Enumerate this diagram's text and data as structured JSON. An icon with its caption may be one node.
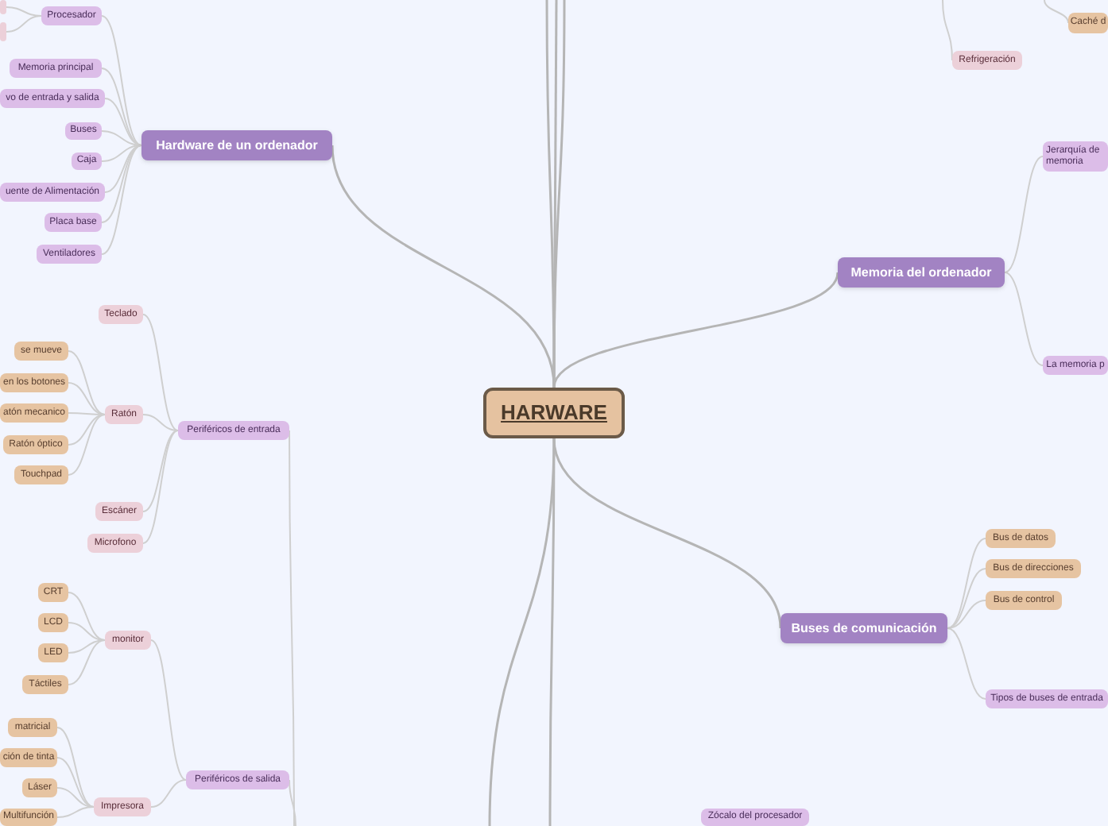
{
  "diagram": {
    "nodes": [
      {
        "text": [
          "HARWARE"
        ]
      },
      {
        "text": [
          "Hardware de un ordenador"
        ]
      },
      {
        "text": [
          "Procesador"
        ]
      },
      {
        "text": [],
        "shape": "box"
      },
      {
        "text": [],
        "shape": "box"
      },
      {
        "text": [
          "Memoria principal"
        ]
      },
      {
        "text": [
          "vo de entrada y salida"
        ]
      },
      {
        "text": [
          "Buses"
        ]
      },
      {
        "text": [
          "Caja"
        ]
      },
      {
        "text": [
          "uente de Alimentación"
        ]
      },
      {
        "text": [
          "Placa base"
        ]
      },
      {
        "text": [
          "Ventiladores"
        ]
      },
      {
        "text": [
          "Periféricos de entrada"
        ]
      },
      {
        "text": [
          "Teclado"
        ]
      },
      {
        "text": [
          "Ratón"
        ]
      },
      {
        "text": [
          "se mueve"
        ]
      },
      {
        "text": [
          "en los botones"
        ]
      },
      {
        "text": [
          "atón mecanico"
        ]
      },
      {
        "text": [
          "Ratón óptico"
        ]
      },
      {
        "text": [
          "Touchpad"
        ]
      },
      {
        "text": [
          "Escáner"
        ]
      },
      {
        "text": [
          "Microfono"
        ]
      },
      {
        "text": [
          "Periféricos de salida"
        ]
      },
      {
        "text": [
          "monitor"
        ]
      },
      {
        "text": [
          "CRT"
        ]
      },
      {
        "text": [
          "LCD"
        ]
      },
      {
        "text": [
          "LED"
        ]
      },
      {
        "text": [
          "Táctiles"
        ]
      },
      {
        "text": [
          "Impresora"
        ]
      },
      {
        "text": [
          "matricial"
        ]
      },
      {
        "text": [
          "ción de tinta"
        ]
      },
      {
        "text": [
          "Láser"
        ]
      },
      {
        "text": [
          "Multifunción"
        ]
      },
      {
        "text": [
          "Refrigeración"
        ]
      },
      {
        "text": [
          "Caché d"
        ]
      },
      {
        "text": [
          "Memoria del ordenador"
        ]
      },
      {
        "text": [
          "Jerarquía de memoria"
        ]
      },
      {
        "text": [
          "La memoria p"
        ]
      },
      {
        "text": [
          "Buses de comunicación"
        ]
      },
      {
        "text": [
          "Bus de datos"
        ]
      },
      {
        "text": [
          "Bus de direcciones"
        ]
      },
      {
        "text": [
          "Bus de control"
        ]
      },
      {
        "text": [
          "Tipos de buses de entrada"
        ]
      },
      {
        "text": [
          "Zócalo del procesador"
        ]
      }
    ],
    "edges": [
      {
        "from": 0,
        "to": 1,
        "arrow": "none"
      },
      {
        "from": 0,
        "to": 35,
        "arrow": "none"
      },
      {
        "from": 0,
        "to": 38,
        "arrow": "none"
      },
      {
        "from": 0,
        "to": null,
        "arrow": "none"
      },
      {
        "from": 0,
        "to": null,
        "arrow": "none"
      },
      {
        "from": 0,
        "to": null,
        "arrow": "none"
      },
      {
        "from": 0,
        "to": null,
        "arrow": "none"
      },
      {
        "from": 0,
        "to": null,
        "arrow": "none"
      },
      {
        "from": 1,
        "to": 2,
        "arrow": "none"
      },
      {
        "from": 1,
        "to": 5,
        "arrow": "none"
      },
      {
        "from": 1,
        "to": 6,
        "arrow": "none"
      },
      {
        "from": 1,
        "to": 7,
        "arrow": "none"
      },
      {
        "from": 1,
        "to": 8,
        "arrow": "none"
      },
      {
        "from": 1,
        "to": 9,
        "arrow": "none"
      },
      {
        "from": 1,
        "to": 10,
        "arrow": "none"
      },
      {
        "from": 1,
        "to": 11,
        "arrow": "none"
      },
      {
        "from": 2,
        "to": 3,
        "arrow": "none"
      },
      {
        "from": 2,
        "to": 4,
        "arrow": "none"
      },
      {
        "from": null,
        "to": 12,
        "arrow": "none"
      },
      {
        "from": 12,
        "to": 13,
        "arrow": "none"
      },
      {
        "from": 12,
        "to": 14,
        "arrow": "none"
      },
      {
        "from": 12,
        "to": 20,
        "arrow": "none"
      },
      {
        "from": 12,
        "to": 21,
        "arrow": "none"
      },
      {
        "from": 14,
        "to": 15,
        "arrow": "none"
      },
      {
        "from": 14,
        "to": 16,
        "arrow": "none"
      },
      {
        "from": 14,
        "to": 17,
        "arrow": "none"
      },
      {
        "from": 14,
        "to": 18,
        "arrow": "none"
      },
      {
        "from": 14,
        "to": 19,
        "arrow": "none"
      },
      {
        "from": null,
        "to": 22,
        "arrow": "none"
      },
      {
        "from": 22,
        "to": 23,
        "arrow": "none"
      },
      {
        "from": 22,
        "to": 28,
        "arrow": "none"
      },
      {
        "from": 23,
        "to": 24,
        "arrow": "none"
      },
      {
        "from": 23,
        "to": 25,
        "arrow": "none"
      },
      {
        "from": 23,
        "to": 26,
        "arrow": "none"
      },
      {
        "from": 23,
        "to": 27,
        "arrow": "none"
      },
      {
        "from": 28,
        "to": 29,
        "arrow": "none"
      },
      {
        "from": 28,
        "to": 30,
        "arrow": "none"
      },
      {
        "from": 28,
        "to": 31,
        "arrow": "none"
      },
      {
        "from": 28,
        "to": 32,
        "arrow": "none"
      },
      {
        "from": null,
        "to": 33,
        "arrow": "none"
      },
      {
        "from": null,
        "to": 34,
        "arrow": "none"
      },
      {
        "from": 35,
        "to": 36,
        "arrow": "none"
      },
      {
        "from": 35,
        "to": 37,
        "arrow": "none"
      },
      {
        "from": 38,
        "to": 39,
        "arrow": "none"
      },
      {
        "from": 38,
        "to": 40,
        "arrow": "none"
      },
      {
        "from": 38,
        "to": 41,
        "arrow": "none"
      },
      {
        "from": 38,
        "to": 42,
        "arrow": "none"
      }
    ]
  }
}
